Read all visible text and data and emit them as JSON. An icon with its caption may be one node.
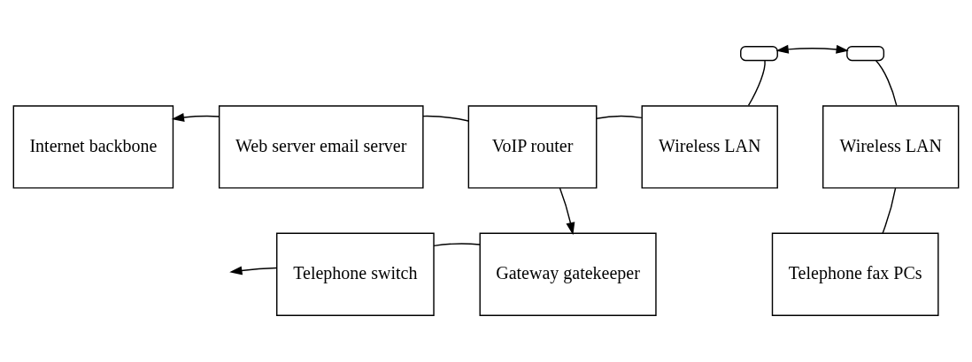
{
  "diagram": {
    "nodes": [
      {
        "text": [
          "Internet backbone"
        ]
      },
      {
        "text": [
          "Web server email server"
        ]
      },
      {
        "text": [
          "VoIP router"
        ]
      },
      {
        "text": [
          "Wireless LAN"
        ]
      },
      {
        "text": [],
        "shape": "box"
      },
      {
        "text": [],
        "shape": "box"
      },
      {
        "text": [
          "Wireless LAN"
        ]
      },
      {
        "text": [
          "Telephone fax PCs"
        ]
      },
      {
        "text": [
          "Gateway gatekeeper"
        ]
      },
      {
        "text": [
          "Telephone switch"
        ]
      }
    ],
    "edges": [
      {
        "from": 1,
        "to": 0,
        "arrow": "to"
      },
      {
        "from": 2,
        "to": 1,
        "arrow": "none"
      },
      {
        "from": 2,
        "to": 3,
        "arrow": "none"
      },
      {
        "from": 3,
        "to": 4,
        "arrow": "none"
      },
      {
        "from": 4,
        "to": 5,
        "arrow": "both"
      },
      {
        "from": 6,
        "to": 5,
        "arrow": "none"
      },
      {
        "from": 6,
        "to": 7,
        "arrow": "none"
      },
      {
        "from": 2,
        "to": 8,
        "arrow": "to"
      },
      {
        "from": 8,
        "to": 9,
        "arrow": "none"
      },
      {
        "from": 9,
        "to": null,
        "arrow": "to"
      }
    ]
  }
}
